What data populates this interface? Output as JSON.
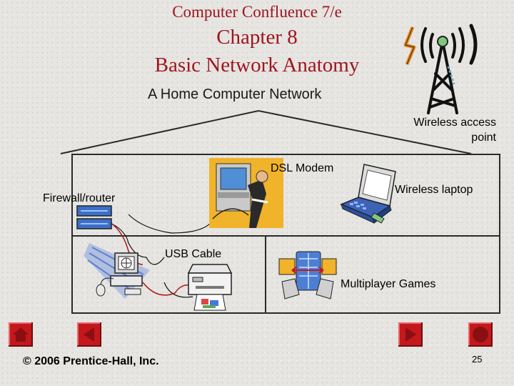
{
  "title": {
    "line1": "Computer Confluence 7/e",
    "line2": "Chapter 8",
    "line3": "Basic Network Anatomy"
  },
  "subtitle": "A Home Computer Network",
  "labels": {
    "wireless_access_point_1": "Wireless access",
    "wireless_access_point_2": "point",
    "dsl_modem": "DSL Modem",
    "wireless_laptop": "Wireless laptop",
    "firewall_router": "Firewall/router",
    "usb_cable": "USB Cable",
    "multiplayer_games": "Multiplayer Games"
  },
  "footer": {
    "copyright": "© 2006 Prentice-Hall, Inc.",
    "page_number": "25"
  },
  "nav": [
    "home-icon",
    "previous-icon",
    "next-icon",
    "end-icon"
  ],
  "colors": {
    "title_red": "#a0141e",
    "nav_red": "#c4181c"
  }
}
